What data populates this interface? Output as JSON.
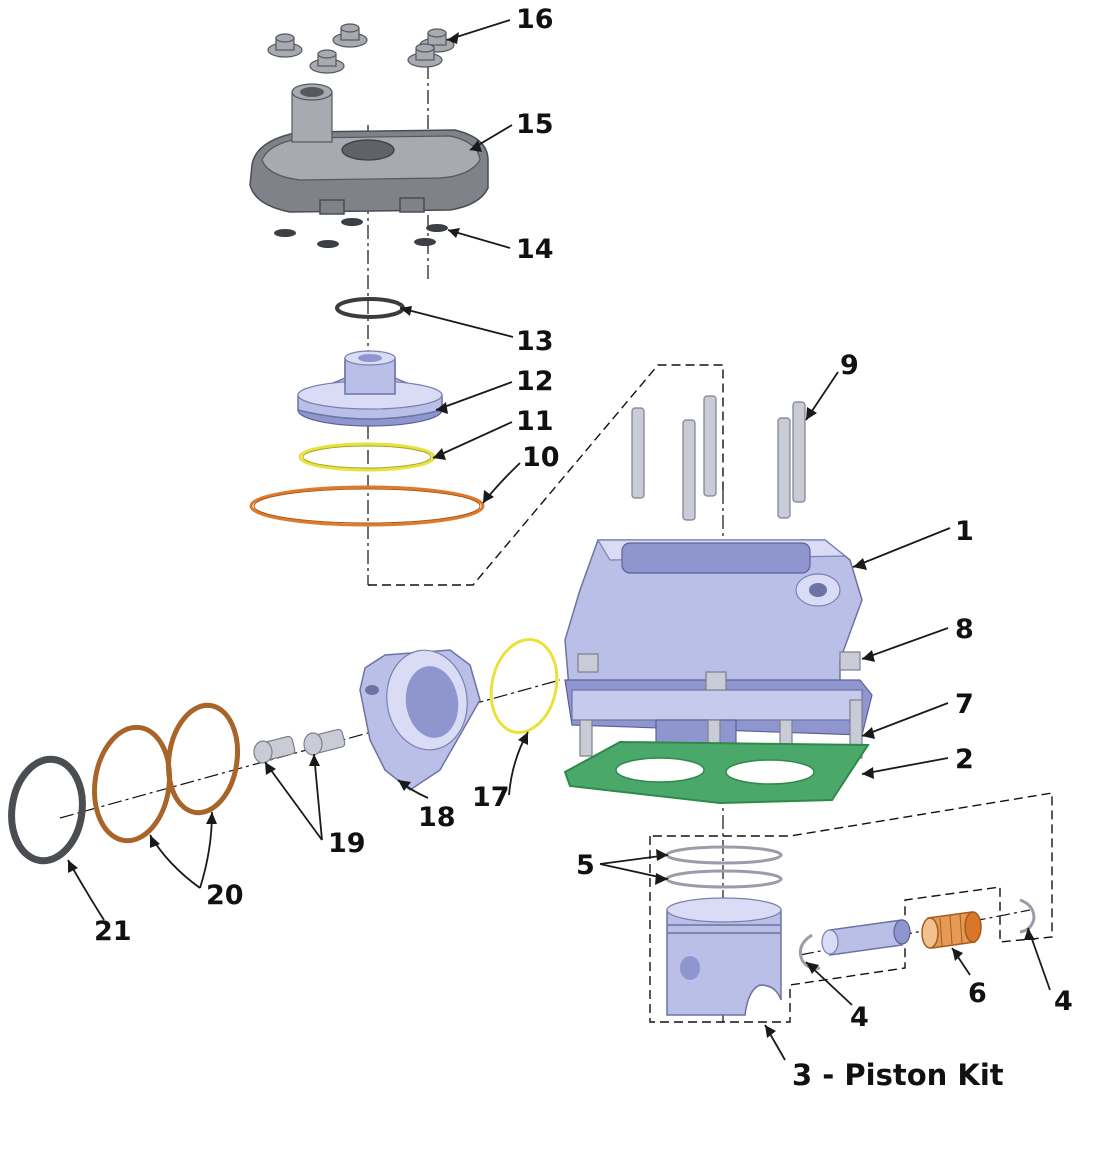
{
  "callouts": {
    "c1": "1",
    "c2": "2",
    "c3": "3 - Piston Kit",
    "c4a": "4",
    "c4b": "4",
    "c5": "5",
    "c6": "6",
    "c7": "7",
    "c8": "8",
    "c9": "9",
    "c10": "10",
    "c11": "11",
    "c12": "12",
    "c13": "13",
    "c14": "14",
    "c15": "15",
    "c16": "16",
    "c17": "17",
    "c18": "18",
    "c19": "19",
    "c20": "20",
    "c21": "21"
  },
  "colors": {
    "gasket_green": "#2f8a4a",
    "ring_yellow": "#e8e23a",
    "ring_orange": "#e07a2a",
    "ring_bronze": "#a8652a",
    "ring_black": "#4a4d52",
    "bearing_orange": "#d9762b",
    "part_blue": "#b9bfe6",
    "head_grey": "#7f8288"
  }
}
